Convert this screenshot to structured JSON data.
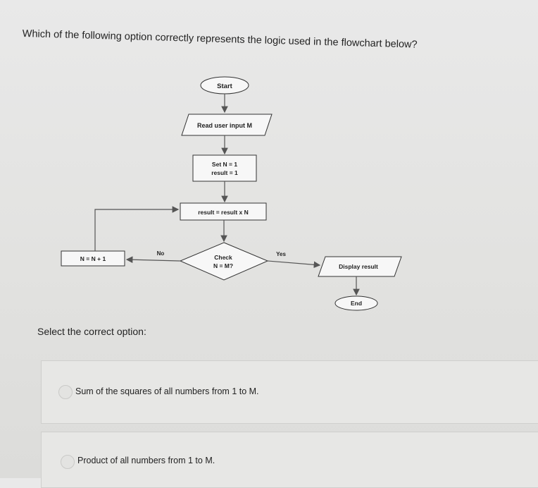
{
  "question": "Which of the following option correctly represents the logic used in the flowchart below?",
  "flowchart": {
    "start": "Start",
    "input": "Read user input M",
    "init_line1": "Set N = 1",
    "init_line2": "result = 1",
    "process": "result = result x N",
    "decision_line1": "Check",
    "decision_line2": "N = M?",
    "no_label": "No",
    "yes_label": "Yes",
    "increment": "N = N + 1",
    "output": "Display result",
    "end": "End"
  },
  "select_label": "Select the correct option:",
  "options": [
    {
      "text": "Sum of the squares of all numbers from 1 to M."
    },
    {
      "text": "Product of all numbers from 1 to M."
    }
  ]
}
